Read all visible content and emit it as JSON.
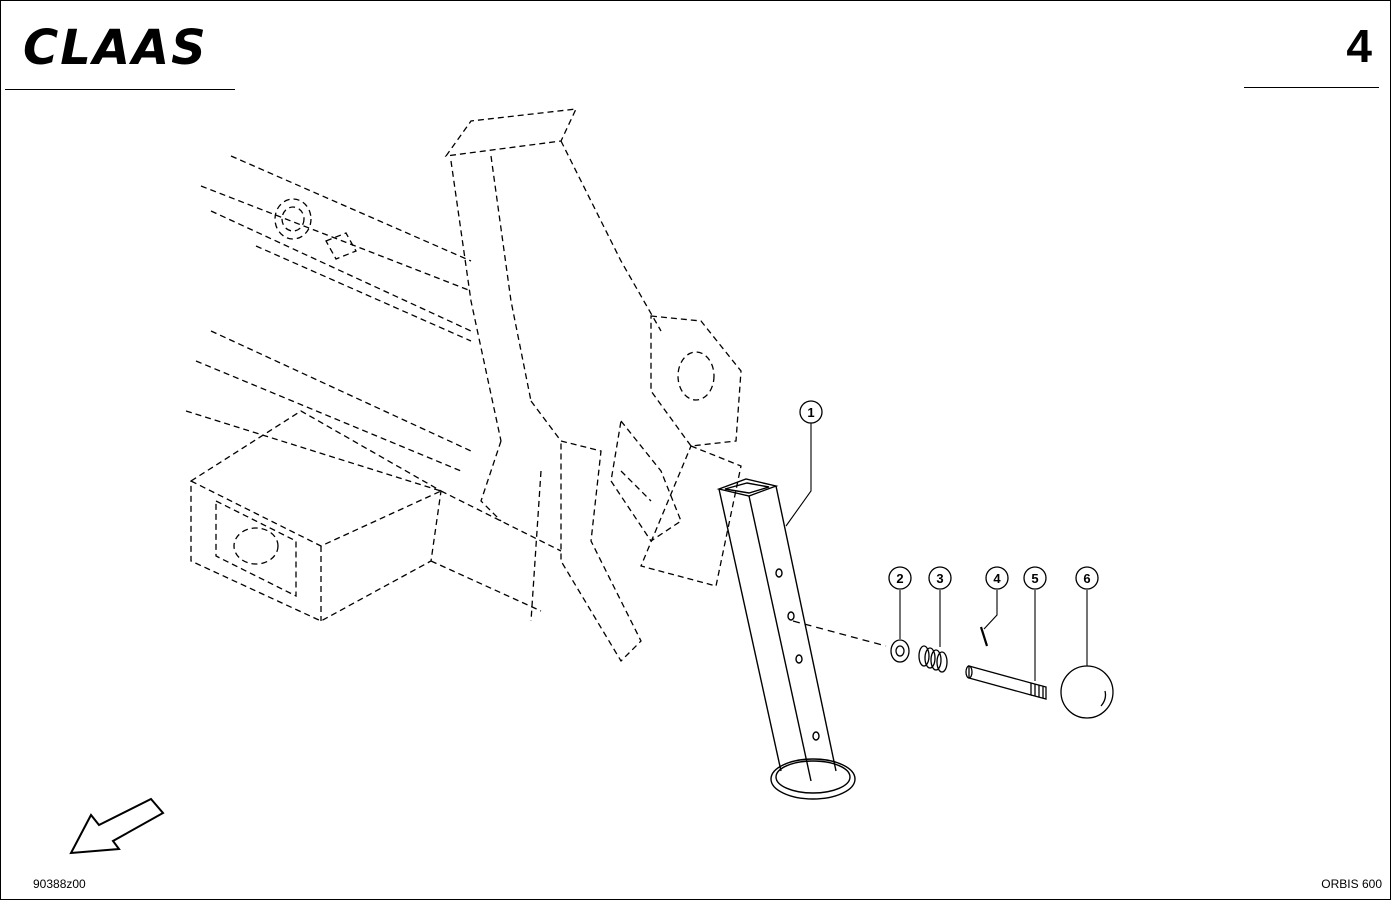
{
  "header": {
    "brand": "CLAAS",
    "page_number": "4"
  },
  "footer": {
    "drawing_code": "90388z00",
    "model": "ORBIS 600"
  },
  "callouts": [
    {
      "number": "1"
    },
    {
      "number": "2"
    },
    {
      "number": "3"
    },
    {
      "number": "4"
    },
    {
      "number": "5"
    },
    {
      "number": "6"
    }
  ],
  "icons": {
    "direction": "arrow-down-left-icon"
  }
}
